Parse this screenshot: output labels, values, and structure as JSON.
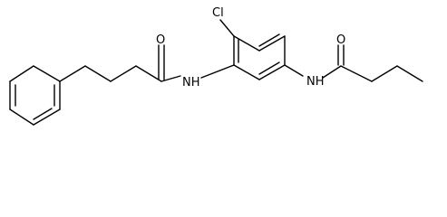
{
  "molecule": {
    "atom_labels": {
      "chlorine": "Cl",
      "amide_nh_left": "NH",
      "amide_nh_right": "NH",
      "carbonyl_o_left": "O",
      "carbonyl_o_right": "O"
    }
  }
}
